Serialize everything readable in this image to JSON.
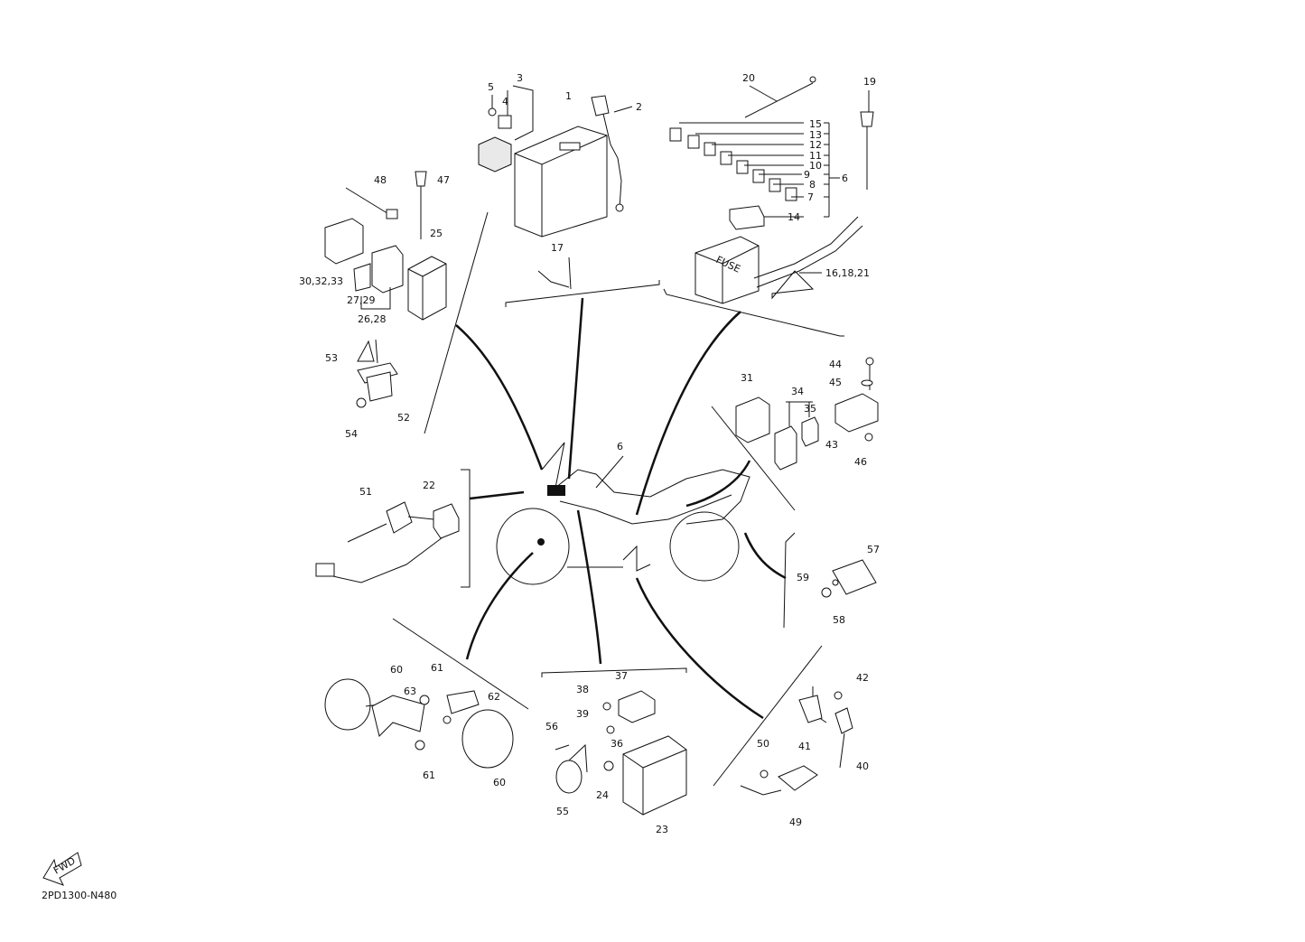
{
  "diagram_code": "2PD1300-N480",
  "fwd_label": "FWD",
  "callouts": {
    "c1": "1",
    "c2": "2",
    "c3": "3",
    "c4": "4",
    "c5": "5",
    "c6a": "6",
    "c6b": "6",
    "c7": "7",
    "c8": "8",
    "c9": "9",
    "c10": "10",
    "c11": "11",
    "c12": "12",
    "c13": "13",
    "c14": "14",
    "c15": "15",
    "c16_18_21": "16,18,21",
    "c17": "17",
    "c19": "19",
    "c20": "20",
    "c22": "22",
    "c23": "23",
    "c24": "24",
    "c25": "25",
    "c26_28": "26,28",
    "c27_29": "27,29",
    "c30_32_33": "30,32,33",
    "c31": "31",
    "c34": "34",
    "c35": "35",
    "c36": "36",
    "c37": "37",
    "c38": "38",
    "c39": "39",
    "c40": "40",
    "c41": "41",
    "c42": "42",
    "c43": "43",
    "c44": "44",
    "c45": "45",
    "c46": "46",
    "c47": "47",
    "c48": "48",
    "c49": "49",
    "c50": "50",
    "c51": "51",
    "c52": "52",
    "c53": "53",
    "c54": "54",
    "c55": "55",
    "c56": "56",
    "c57": "57",
    "c58": "58",
    "c59": "59",
    "c60a": "60",
    "c60b": "60",
    "c61a": "61",
    "c61b": "61",
    "c62": "62",
    "c63": "63"
  },
  "fuse_box_label": "FUSE"
}
